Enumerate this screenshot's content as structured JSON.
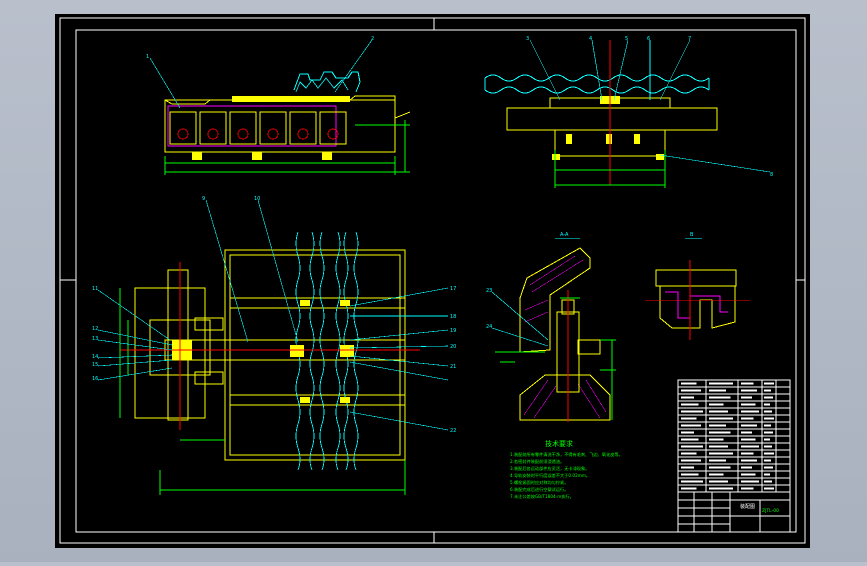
{
  "app": {
    "background_color": "#afb6c4",
    "canvas_color": "#000000"
  },
  "drawing": {
    "colors": {
      "frame": "#ffffff",
      "outline": "#ffff00",
      "hidden": "#00ffff",
      "dimension": "#00ff00",
      "center": "#ff0000",
      "hatch": "#ff00ff"
    },
    "callouts": {
      "front_view": [
        "1",
        "2"
      ],
      "side_view": [
        "3",
        "4",
        "5",
        "6",
        "7",
        "8"
      ],
      "plan_view": [
        "9",
        "10",
        "11",
        "12",
        "13",
        "14",
        "15",
        "16",
        "17",
        "18",
        "19",
        "20",
        "21",
        "22"
      ],
      "section": [
        "23",
        "24"
      ]
    },
    "section_labels": {
      "section_a": "A-A",
      "section_b": "B"
    },
    "tech_notes": {
      "title": "技术要求",
      "lines": [
        "1.装配前所有零件清洗干净，不得有毛刺、飞边、氧化皮等。",
        "2.各密封件装配前须浸透油。",
        "3.装配后各运动部件应灵活，无卡滞现象。",
        "4.导轨安装时平行度误差不大于0.02mm。",
        "5.螺栓紧固时应对称均匀拧紧。",
        "6.装配完成后进行空载试运行。",
        "7.未注公差按GB/T1804-m执行。"
      ]
    },
    "title_block": {
      "parts_rows": 16,
      "drawing_no": "ZJTL-00",
      "drawing_name": "装配图"
    }
  }
}
